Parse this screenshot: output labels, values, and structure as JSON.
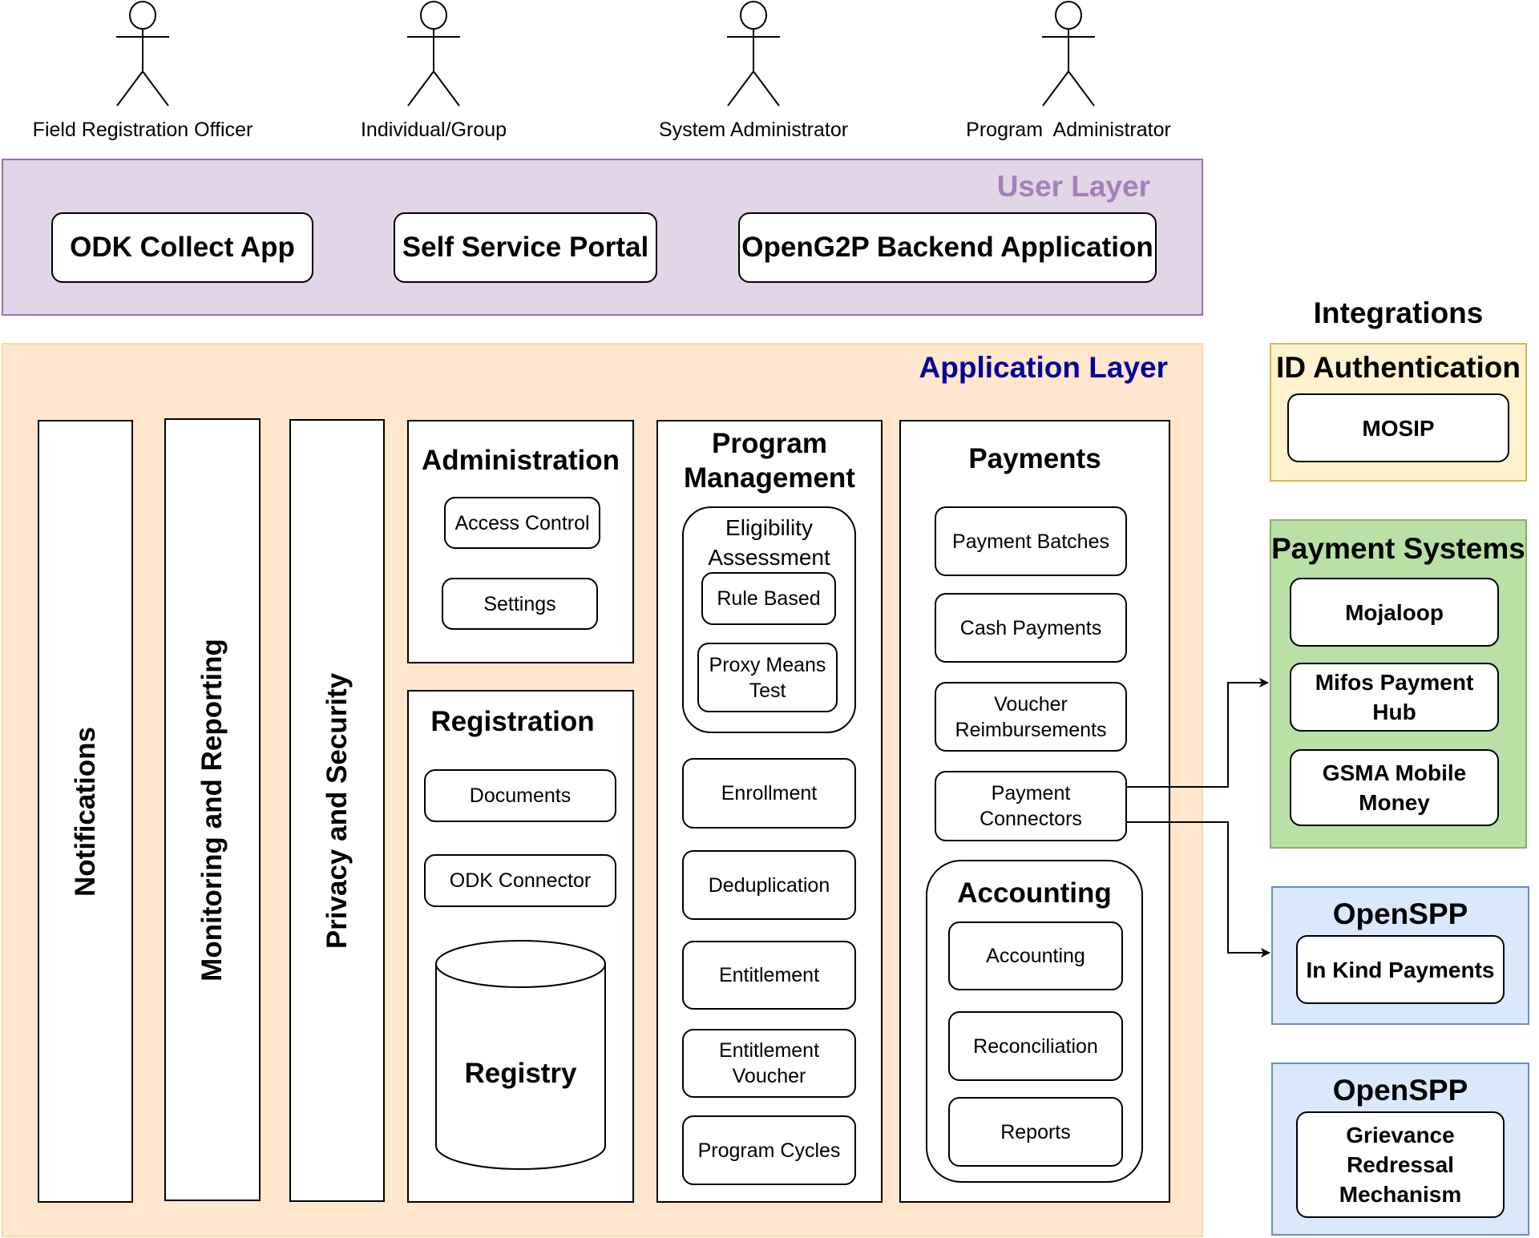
{
  "actors": [
    {
      "label": "Field Registration Officer"
    },
    {
      "label": "Individual/Group"
    },
    {
      "label": "System Administrator"
    },
    {
      "label": "Program  Administrator"
    }
  ],
  "user_layer": {
    "title": "User Layer",
    "title_color": "#a680b8",
    "apps": [
      "ODK Collect App",
      "Self Service Portal",
      "OpenG2P Backend Application"
    ]
  },
  "application_layer": {
    "title": "Application Layer",
    "title_color": "#000099",
    "cross_cutting": [
      "Notifications",
      "Monitoring and Reporting",
      "Privacy and Security"
    ],
    "administration": {
      "title": "Administration",
      "items": [
        "Access Control",
        "Settings"
      ]
    },
    "registration": {
      "title": "Registration",
      "items": [
        "Documents",
        "ODK Connector"
      ],
      "registry": "Registry"
    },
    "program_management": {
      "title_line1": "Program",
      "title_line2": "Management",
      "eligibility": {
        "title_line1": "Eligibility",
        "title_line2": "Assessment",
        "items": [
          "Rule Based",
          "Proxy Means Test"
        ]
      },
      "items": [
        "Enrollment",
        "Deduplication",
        "Entitlement",
        "Entitlement Voucher",
        "Program Cycles"
      ]
    },
    "payments": {
      "title": "Payments",
      "items": [
        "Payment Batches",
        "Cash Payments",
        "Voucher Reimbursements",
        "Payment Connectors"
      ],
      "accounting": {
        "title": "Accounting",
        "items": [
          "Accounting",
          "Reconciliation",
          "Reports"
        ]
      }
    }
  },
  "integrations": {
    "title": "Integrations",
    "groups": [
      {
        "title": "ID Authentication",
        "items": [
          "MOSIP"
        ],
        "fill": "#fff2cc",
        "border": "#d6b656"
      },
      {
        "title": "Payment Systems",
        "items": [
          "Mojaloop",
          "Mifos Payment Hub",
          "GSMA Mobile Money"
        ],
        "fill": "#b9e0a5",
        "border": "#82b366"
      },
      {
        "title": "OpenSPP",
        "items": [
          "In Kind Payments"
        ],
        "fill": "#dae8fc",
        "border": "#6c8ebf"
      },
      {
        "title": "OpenSPP",
        "items": [
          "Grievance Redressal Mechanism"
        ],
        "fill": "#dae8fc",
        "border": "#6c8ebf"
      }
    ]
  },
  "connections": [
    {
      "from": "Payment Connectors",
      "to": "Payment Systems"
    },
    {
      "from": "Payment Connectors",
      "to": "OpenSPP (In Kind Payments)"
    }
  ]
}
